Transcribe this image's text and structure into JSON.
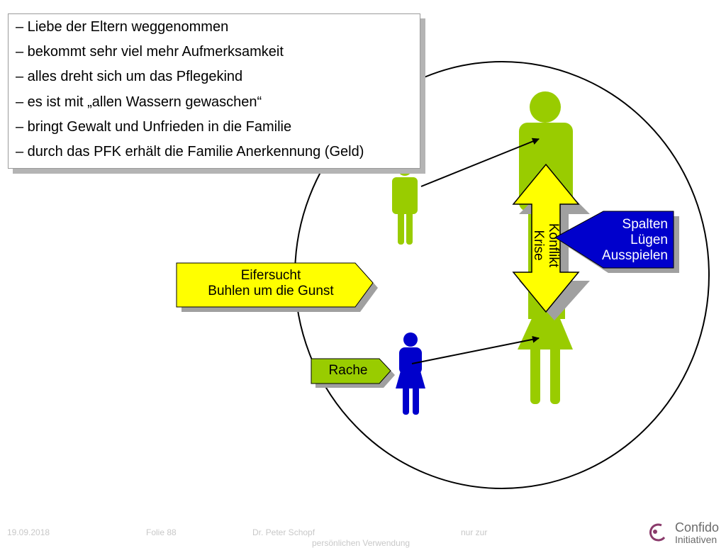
{
  "bullets": [
    "– Liebe der Eltern weggenommen",
    "– bekommt sehr viel mehr Aufmerksamkeit",
    "– alles dreht sich um das Pflegekind",
    "– es ist mit „allen Wassern gewaschen“",
    "– bringt Gewalt und Unfrieden in die Familie",
    "– durch das PFK erhält die Familie Anerkennung (Geld)"
  ],
  "labels": {
    "konflikt": "Konflikt",
    "krise": "Krise",
    "spalten": "Spalten",
    "luegen": "Lügen",
    "ausspielen": "Ausspielen",
    "eifersucht": "Eifersucht",
    "buhlen": "Buhlen um die Gunst",
    "rache": "Rache"
  },
  "footer": {
    "date": "19.09.2018",
    "slide": "Folie 88",
    "author": "Dr. Peter Schopf",
    "note": "nur zur",
    "note2": "persönlichen Verwendung"
  },
  "logo": {
    "line1": "Confido",
    "line2": "Initiativen"
  },
  "colors": {
    "green": "#99cc00",
    "yellow": "#ffff00",
    "blue": "#0000cc",
    "logo": "#8a3a6b"
  }
}
